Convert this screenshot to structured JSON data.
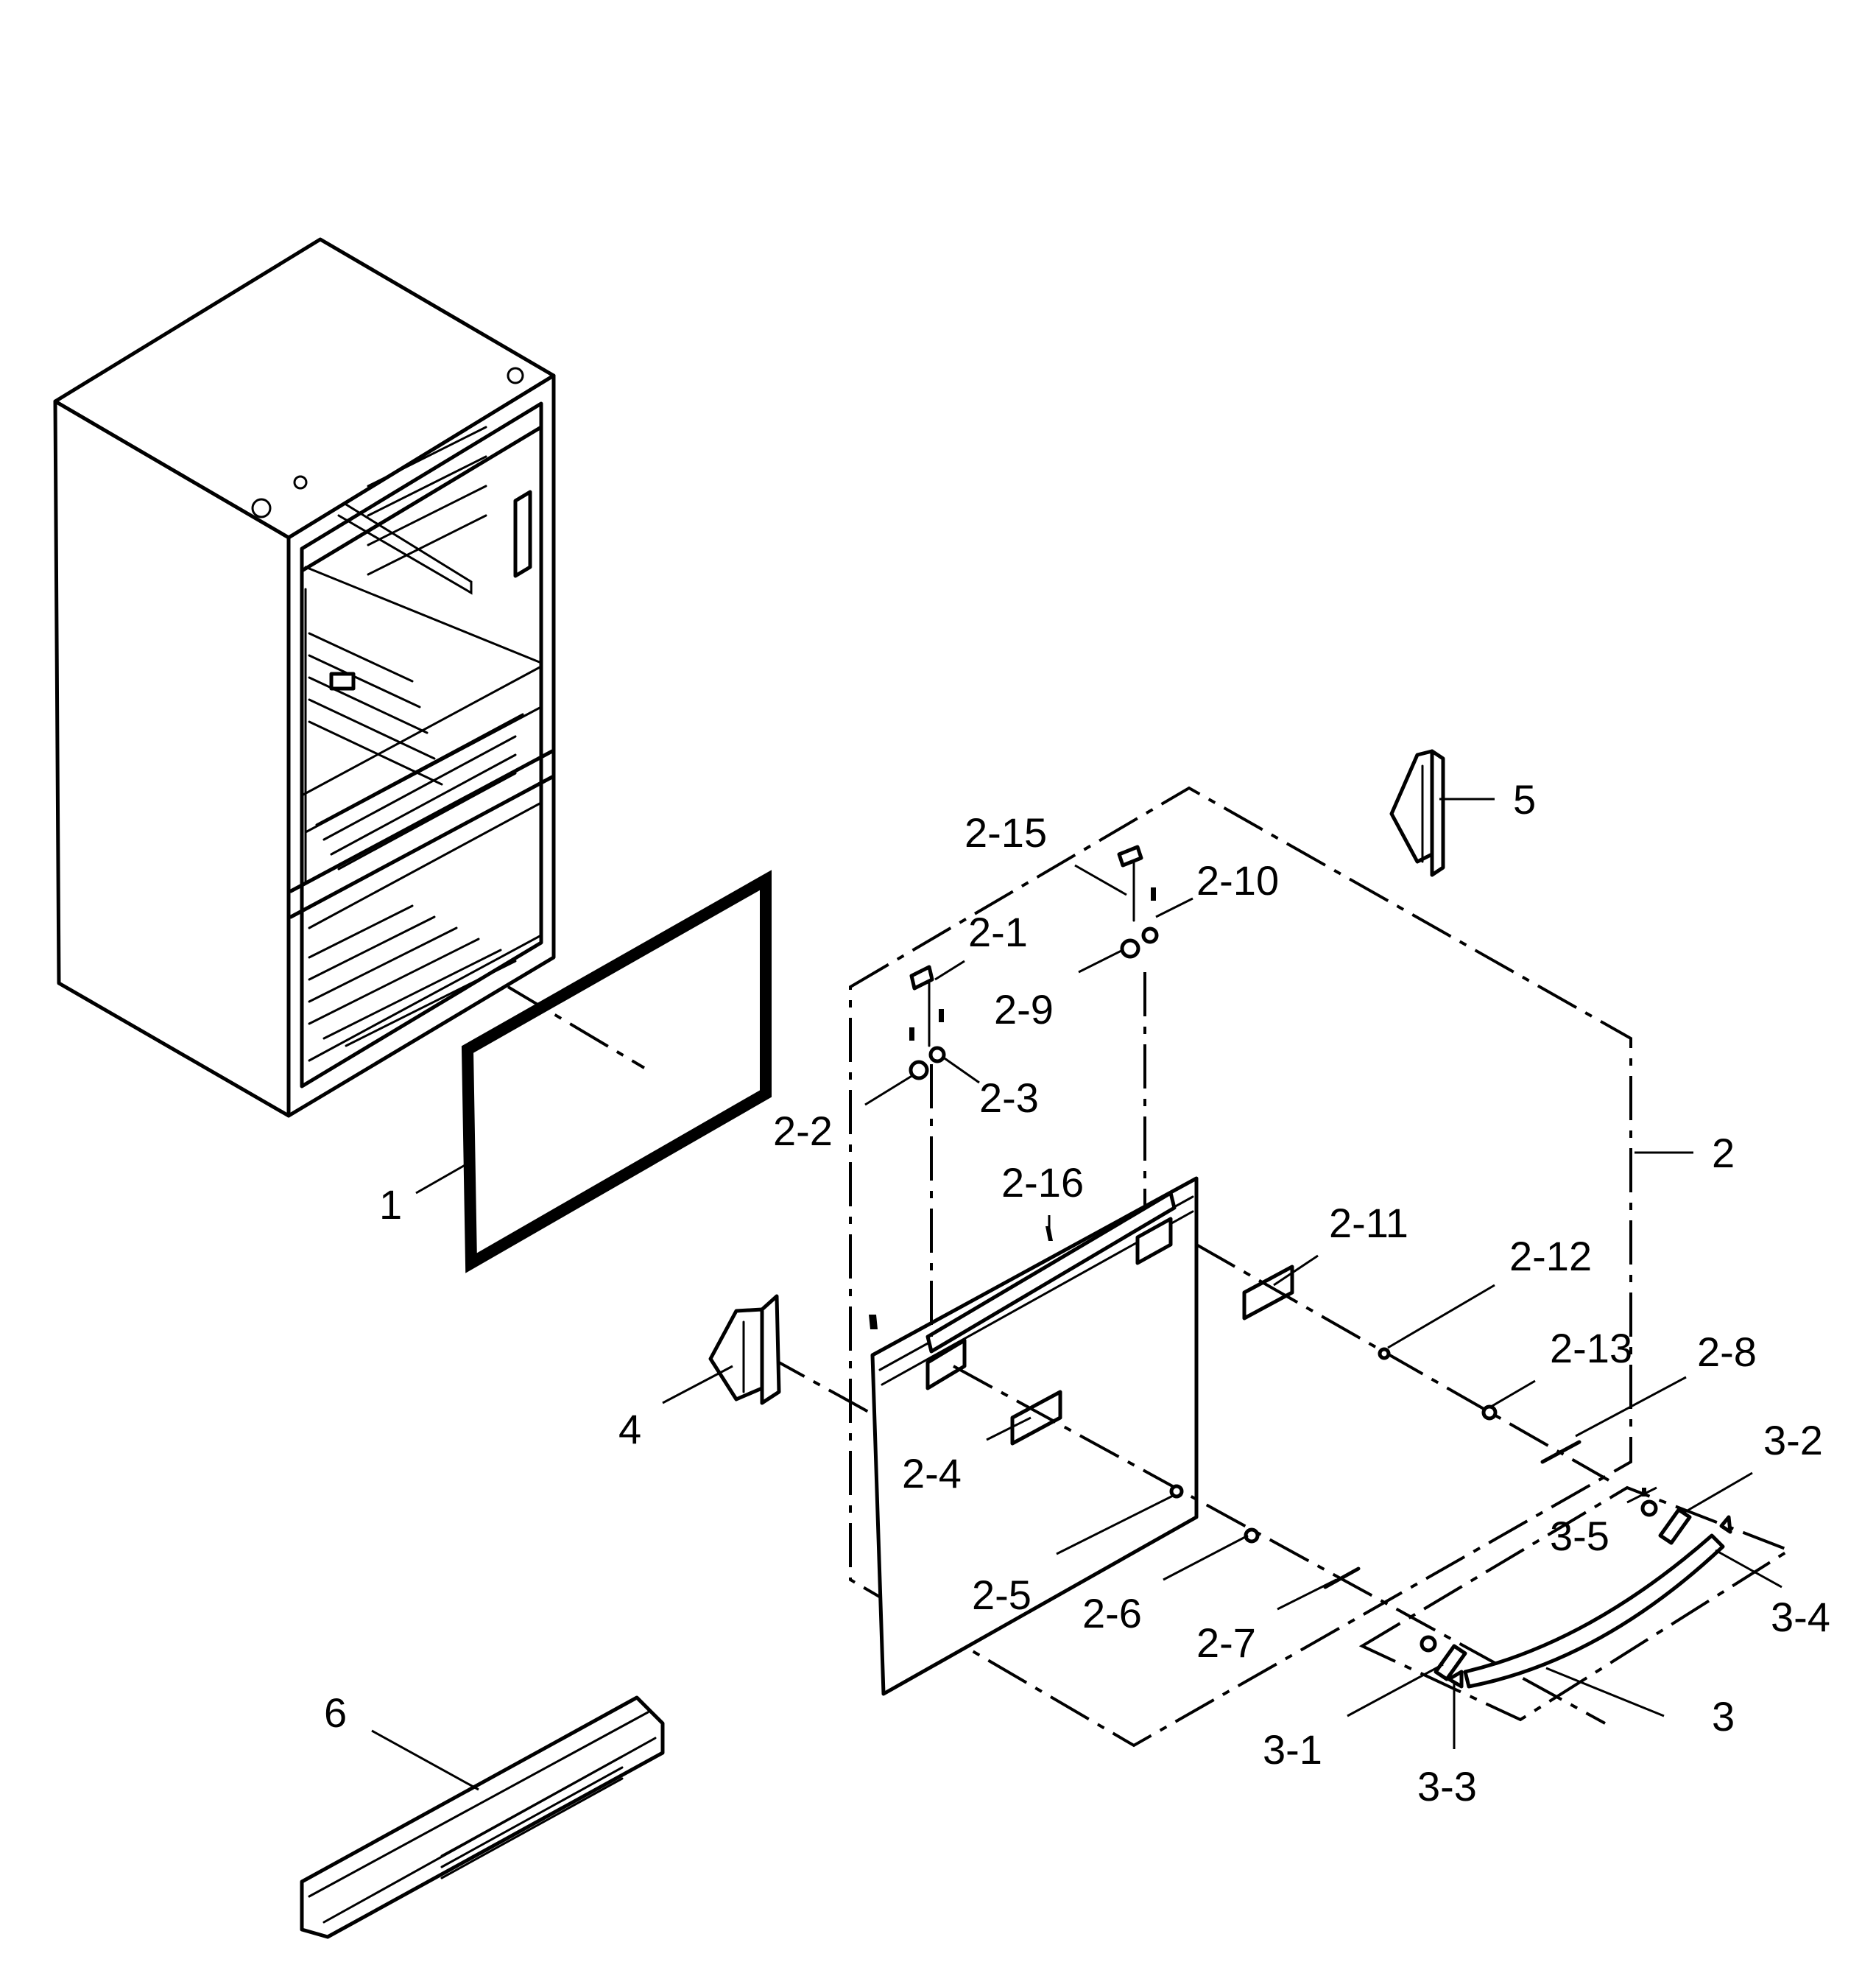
{
  "labels": {
    "p1": "1",
    "p2": "2",
    "p2_1": "2-1",
    "p2_2": "2-2",
    "p2_3": "2-3",
    "p2_4": "2-4",
    "p2_5": "2-5",
    "p2_6": "2-6",
    "p2_7": "2-7",
    "p2_8": "2-8",
    "p2_9": "2-9",
    "p2_10": "2-10",
    "p2_11": "2-11",
    "p2_12": "2-12",
    "p2_13": "2-13",
    "p2_15": "2-15",
    "p2_16": "2-16",
    "p3": "3",
    "p3_1": "3-1",
    "p3_2": "3-2",
    "p3_3": "3-3",
    "p3_4": "3-4",
    "p3_5": "3-5",
    "p4": "4",
    "p5": "5",
    "p6": "6"
  }
}
